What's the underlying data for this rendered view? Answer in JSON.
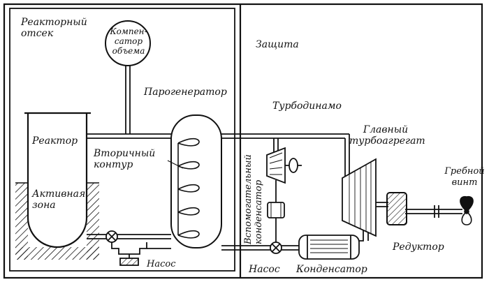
{
  "labels": {
    "reactor_compartment": "Реакторный\nотсек",
    "volume_compensator": "Компен-\nсатор\nобъема",
    "shielding": "Защита",
    "steam_generator": "Парогенератор",
    "reactor": "Реактор",
    "secondary_loop": "Вторичный\nконтур",
    "active_zone": "Активная\nзона",
    "pump_reactor": "Насос",
    "turbodynamo": "Турбодинамо",
    "auxiliary_condenser": "Вспомогательный\nконденсатор",
    "main_turbo_unit": "Главный\nтурбоагрегат",
    "propeller": "Гребной\nвинт",
    "reducer": "Редуктор",
    "pump_secondary": "Насос",
    "condenser": "Конденсатор"
  }
}
